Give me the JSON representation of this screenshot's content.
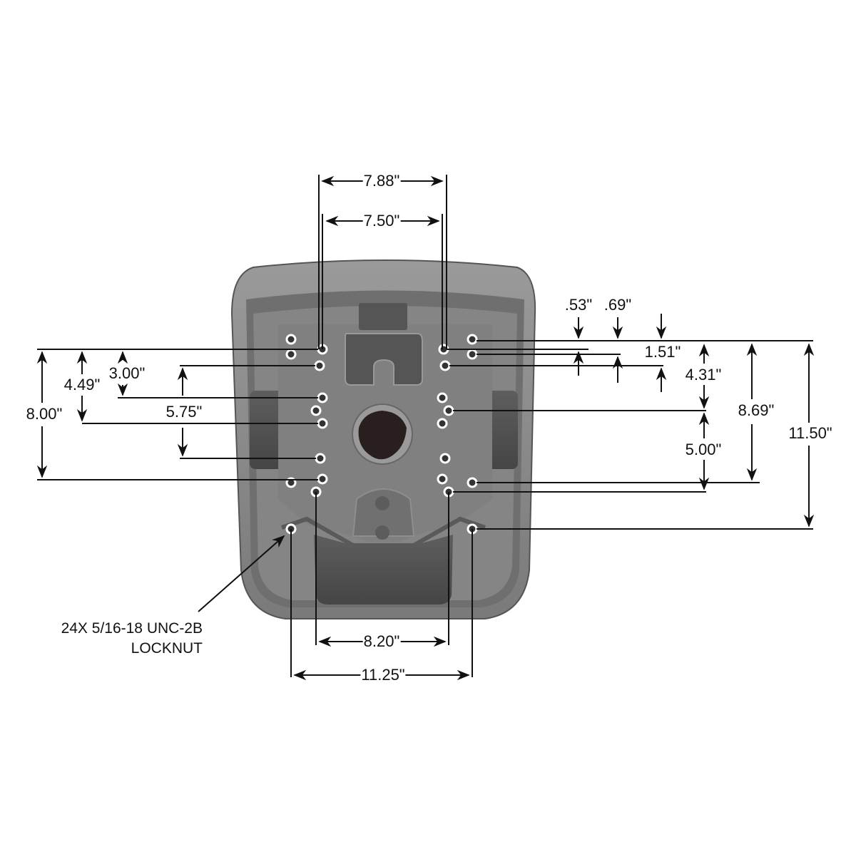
{
  "diagram": {
    "subject": "seat base mounting hole pattern (bottom view)",
    "colors": {
      "shell_outer": "#8a8a8a",
      "shell_rim": "#6d6d6d",
      "plate": "#7c7c7c",
      "pocket": "#555555",
      "center_hole": "#2a1f1f",
      "hole_ring": "#ffffff",
      "dimension_line": "#111111"
    },
    "dimensions": {
      "top_outer_width": "7.88\"",
      "top_inner_width": "7.50\"",
      "bottom_inner_width": "8.20\"",
      "bottom_outer_width": "11.25\"",
      "offset_a": ".53\"",
      "offset_b": ".69\"",
      "offset_c": "1.51\"",
      "right_4_31": "4.31\"",
      "right_5_00": "5.00\"",
      "right_8_69": "8.69\"",
      "right_11_50": "11.50\"",
      "left_8_00": "8.00\"",
      "left_4_49": "4.49\"",
      "left_3_00": "3.00\"",
      "left_5_75": "5.75\""
    },
    "callout": {
      "line1": "24X 5/16-18 UNC-2B",
      "line2": "LOCKNUT"
    }
  }
}
